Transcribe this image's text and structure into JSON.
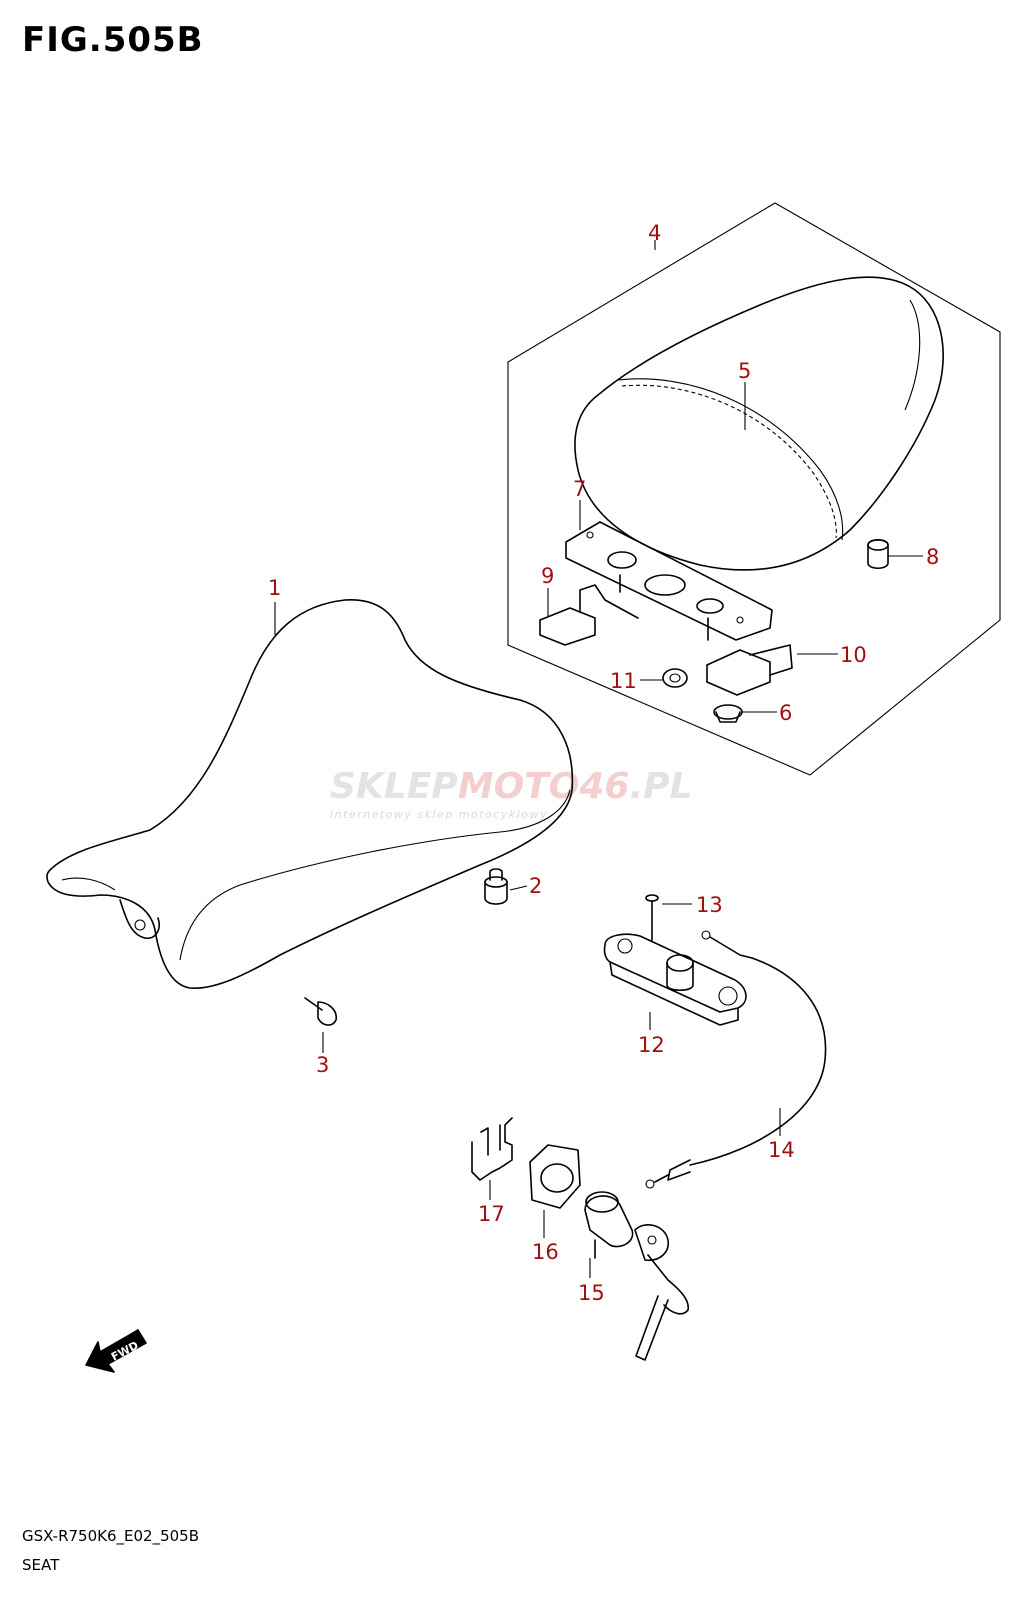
{
  "figure": {
    "title": "FIG.505B",
    "model_code": "GSX-R750K6_E02_505B",
    "section_name": "SEAT"
  },
  "watermark": {
    "brand_main": "SKLEP",
    "brand_accent": "MOTO46",
    "brand_tld": ".PL",
    "tagline": "internetowy sklep motocyklowy"
  },
  "fwd_label": "FWD",
  "callouts": [
    {
      "id": "1",
      "label": "1"
    },
    {
      "id": "2",
      "label": "2"
    },
    {
      "id": "3",
      "label": "3"
    },
    {
      "id": "4",
      "label": "4"
    },
    {
      "id": "5",
      "label": "5"
    },
    {
      "id": "6",
      "label": "6"
    },
    {
      "id": "7",
      "label": "7"
    },
    {
      "id": "8",
      "label": "8"
    },
    {
      "id": "9",
      "label": "9"
    },
    {
      "id": "10",
      "label": "10"
    },
    {
      "id": "11",
      "label": "11"
    },
    {
      "id": "12",
      "label": "12"
    },
    {
      "id": "13",
      "label": "13"
    },
    {
      "id": "14",
      "label": "14"
    },
    {
      "id": "15",
      "label": "15"
    },
    {
      "id": "16",
      "label": "16"
    },
    {
      "id": "17",
      "label": "17"
    }
  ],
  "colors": {
    "callout": "#a01010",
    "line": "#000000",
    "watermark_accent": "#e05050"
  }
}
